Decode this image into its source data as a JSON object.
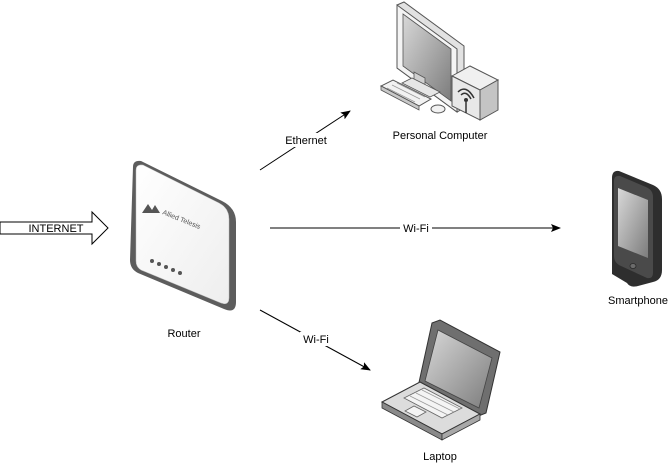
{
  "nodes": {
    "internet": {
      "label": "INTERNET"
    },
    "router": {
      "label": "Router",
      "brand": "Allied Telesis"
    },
    "personal_computer": {
      "label": "Personal Computer"
    },
    "smartphone": {
      "label": "Smartphone"
    },
    "laptop": {
      "label": "Laptop"
    }
  },
  "edges": {
    "ethernet": {
      "label": "Ethernet"
    },
    "wifi_phone": {
      "label": "Wi-Fi"
    },
    "wifi_laptop": {
      "label": "Wi-Fi"
    }
  },
  "colors": {
    "device_dark": "#5a5a5a",
    "device_mid": "#c8c8c8",
    "device_light": "#f2f2f2",
    "screen": "#9b9b9b",
    "line": "#000000"
  }
}
